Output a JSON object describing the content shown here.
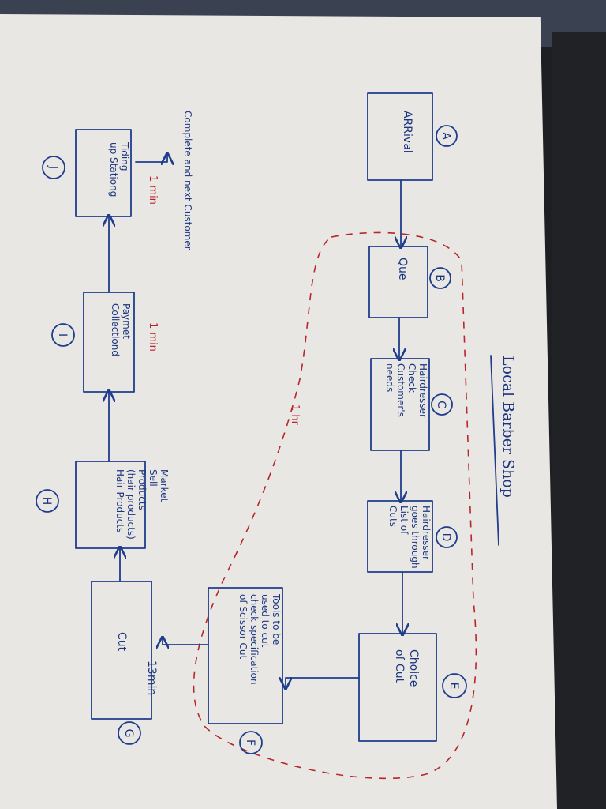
{
  "title": "Local Barber Shop",
  "nodes": [
    {
      "id": "A",
      "letter": "A",
      "lines": [
        "ARRival"
      ]
    },
    {
      "id": "B",
      "letter": "B",
      "lines": [
        "Que"
      ]
    },
    {
      "id": "C",
      "letter": "C",
      "lines": [
        "Hairdresser",
        "Check",
        "Customer's",
        "needs"
      ]
    },
    {
      "id": "D",
      "letter": "D",
      "lines": [
        "Hairdresser",
        "goes through",
        "List of",
        "Cuts"
      ]
    },
    {
      "id": "E",
      "letter": "E",
      "lines": [
        "Choice",
        "of Cut"
      ]
    },
    {
      "id": "F",
      "letter": "F",
      "lines": [
        "Tools to be",
        "used to cut",
        "check specification",
        "of Scissor Cut"
      ]
    },
    {
      "id": "G",
      "letter": "G",
      "lines": [
        "Cut"
      ]
    },
    {
      "id": "H",
      "letter": "H",
      "lines": [
        "Market",
        "Sell",
        "Products",
        "(hair products)",
        "Hair Products"
      ]
    },
    {
      "id": "I",
      "letter": "I",
      "lines": [
        "Paymet",
        "Collectiond"
      ]
    },
    {
      "id": "J",
      "letter": "J",
      "lines": [
        "Tiding",
        "up Stationg"
      ]
    }
  ],
  "annotations": {
    "group_time": "1 hr",
    "cut_time": "13min",
    "payment_time": "1 min",
    "tidy_time": "1 min",
    "complete": "Complete and next Customer"
  },
  "colors": {
    "ink": "#1f3d8c",
    "red": "#b8262a",
    "paper": "#e8e7e4"
  }
}
